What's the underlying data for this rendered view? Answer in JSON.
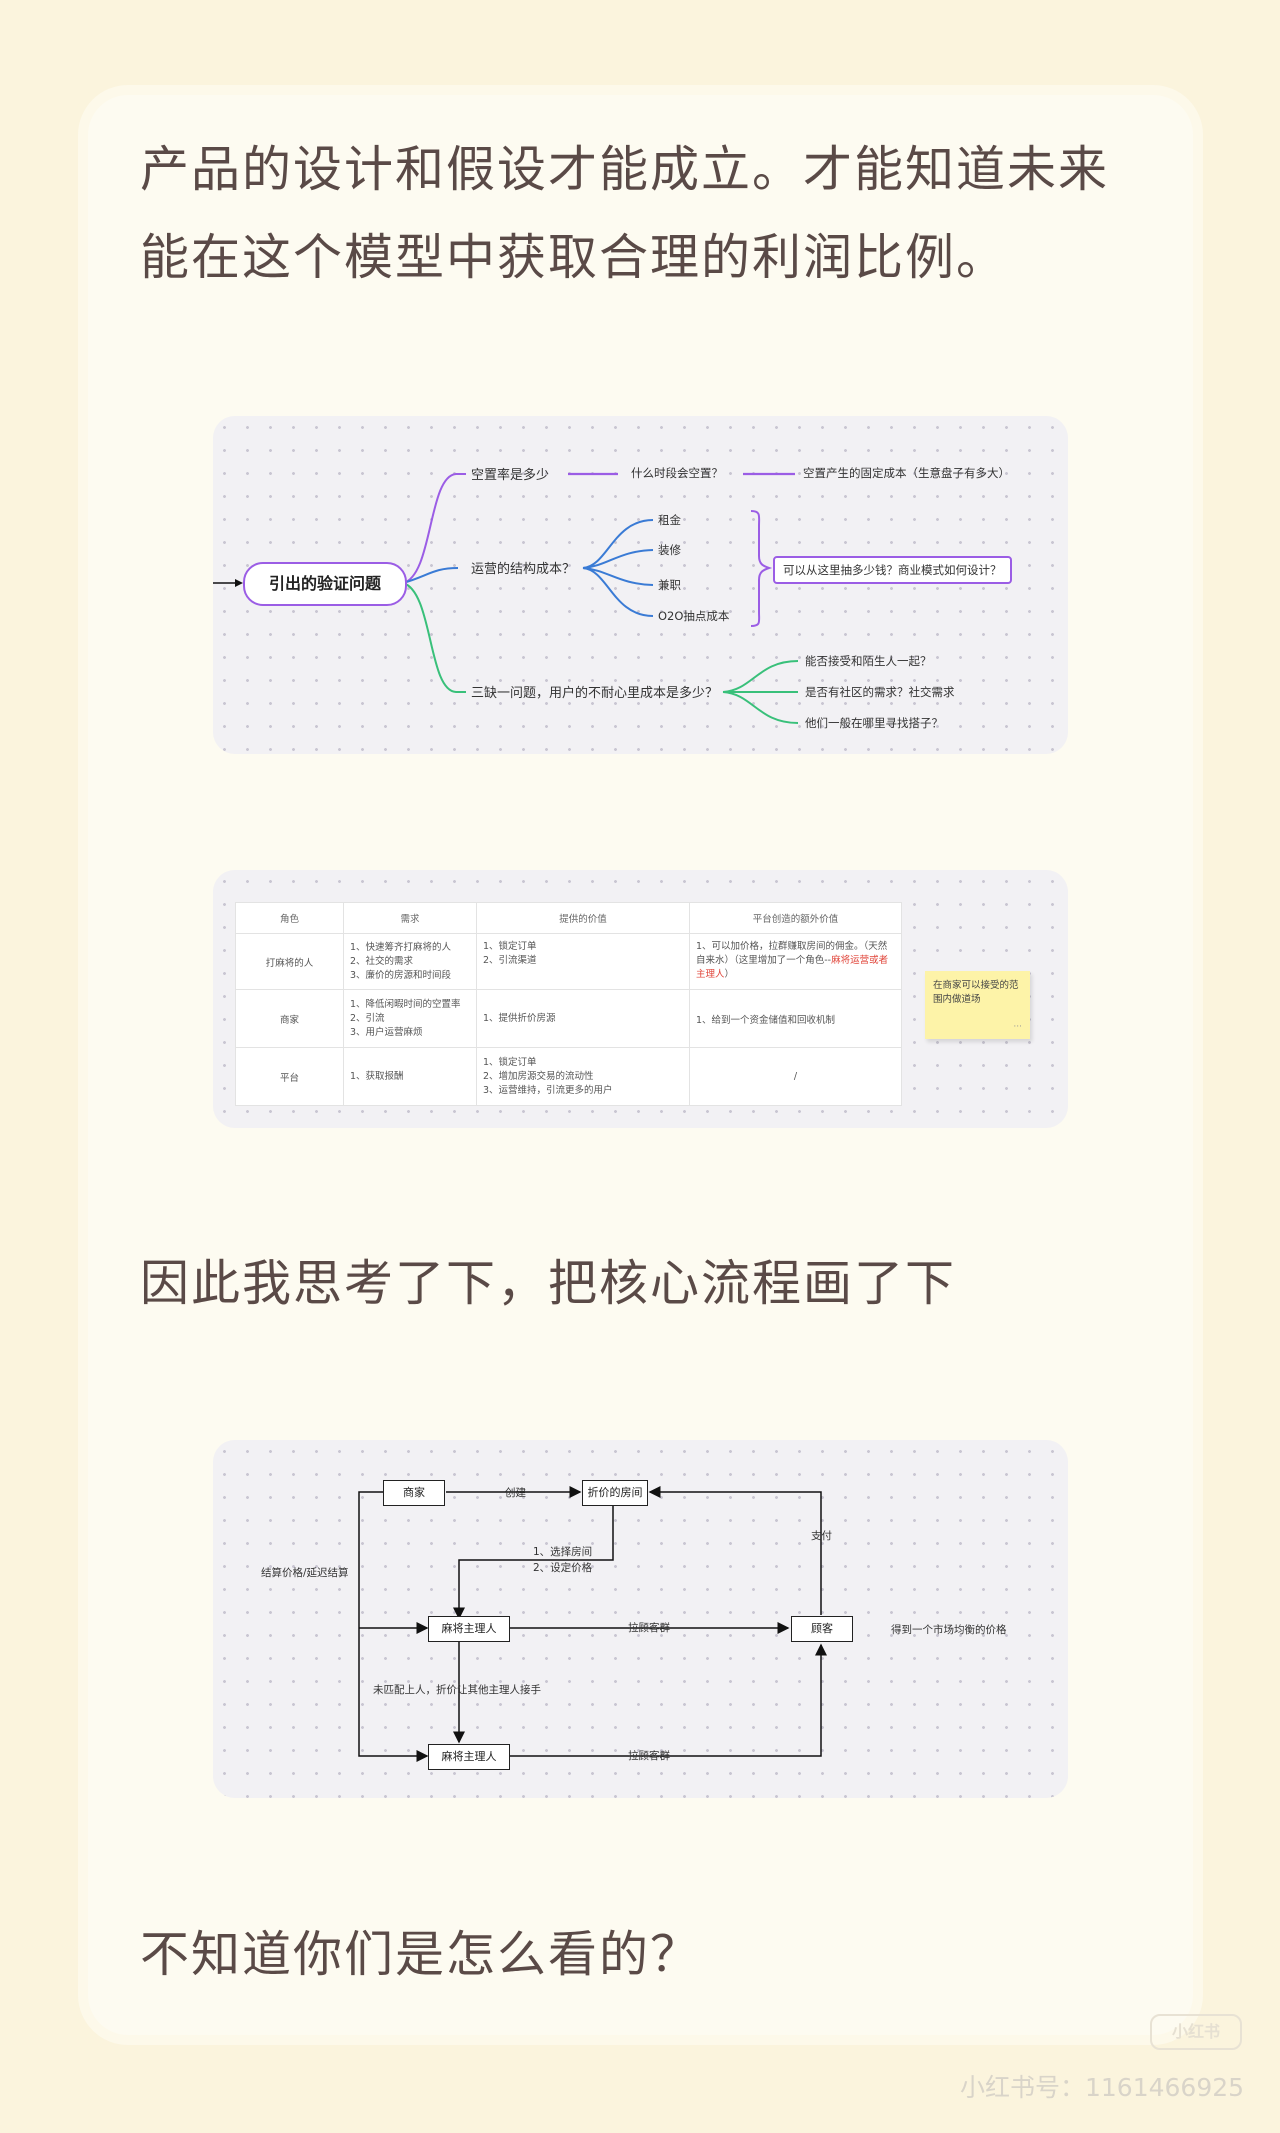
{
  "paragraphs": {
    "line1": "产品的设计和假设才能成立。才能知道未来",
    "line2": "能在这个模型中获取合理的利润比例。",
    "line3": "因此我思考了下，把核心流程画了下",
    "line4": "不知道你们是怎么看的？"
  },
  "mindmap": {
    "root": "引出的验证问题",
    "branch1": {
      "label": "空置率是多少",
      "child": "什么时段会空置？",
      "grandchild": "空置产生的固定成本（生意盘子有多大）"
    },
    "branch2": {
      "label": "运营的结构成本？",
      "items": [
        "租金",
        "装修",
        "兼职",
        "O2O抽点成本"
      ],
      "summary": "可以从这里抽多少钱？商业模式如何设计？"
    },
    "branch3": {
      "label": "三缺一问题，用户的不耐心里成本是多少？",
      "items": [
        "能否接受和陌生人一起？",
        "是否有社区的需求？社交需求",
        "他们一般在哪里寻找搭子？"
      ]
    },
    "colors": {
      "purple": "#9b5de5",
      "blue": "#3a7bd5",
      "green": "#39c07a"
    }
  },
  "table": {
    "headers": [
      "角色",
      "需求",
      "提供的价值",
      "平台创造的额外价值"
    ],
    "rows": [
      {
        "role": "打麻将的人",
        "needs": [
          "1、快速筹齐打麻将的人",
          "2、社交的需求",
          "3、廉价的房源和时间段"
        ],
        "value": [
          "1、锁定订单",
          "2、引流渠道"
        ],
        "extra_before": "1、可以加价格，拉群赚取房间的佣金。（天然自来水）（这里增加了一个角色--",
        "extra_red": "麻将运营或者主理人",
        "extra_after": "）"
      },
      {
        "role": "商家",
        "needs": [
          "1、降低闲暇时间的空置率",
          "2、引流",
          "3、用户运营麻烦"
        ],
        "value": [
          "1、提供折价房源"
        ],
        "extra_before": "1、给到一个资金储值和回收机制",
        "extra_red": "",
        "extra_after": ""
      },
      {
        "role": "平台",
        "needs": [
          "1、获取报酬"
        ],
        "value": [
          "1、锁定订单",
          "2、增加房源交易的流动性",
          "3、运营维持，引流更多的用户"
        ],
        "extra_before": "/",
        "extra_red": "",
        "extra_after": ""
      }
    ],
    "sticky_note": "在商家可以接受的范围内做道场"
  },
  "flow": {
    "boxes": {
      "merchant": "商家",
      "room": "折价的房间",
      "host1": "麻将主理人",
      "host2": "麻将主理人",
      "customer": "顾客"
    },
    "labels": {
      "create": "创建",
      "pay": "支付",
      "choose1": "1、选择房间",
      "choose2": "2、设定价格",
      "settle": "结算价格/延迟结算",
      "pull1": "拉顾客群",
      "pull2": "拉顾客群",
      "unmatched": "未匹配上人，折价让其他主理人接手",
      "market": "得到一个市场均衡的价格"
    }
  },
  "watermark": {
    "logo": "小红书",
    "id_text": "小红书号：1161466925"
  }
}
